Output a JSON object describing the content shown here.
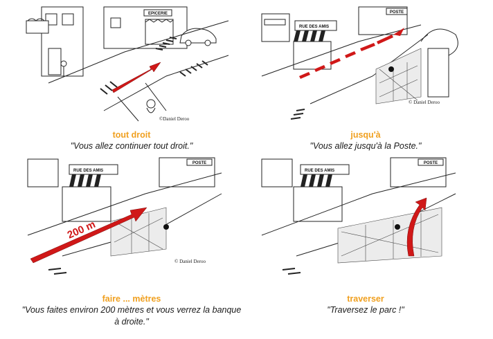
{
  "panels": [
    {
      "term": "tout droit",
      "quote": "\"Vous allez continuer tout droit.\"",
      "sign": "EPICERIE",
      "credit": "©Daniel Deroo"
    },
    {
      "term": "jusqu'à",
      "quote": "\"Vous allez jusqu'à la Poste.\"",
      "sign": "POSTE",
      "sign2": "RUE DES AMIS",
      "credit": "© Daniel Deroo"
    },
    {
      "term": "faire ... mètres",
      "quote": "\"Vous faites environ 200 mètres et vous verrez la banque à droite.\"",
      "sign": "POSTE",
      "sign2": "RUE DES AMIS",
      "distance": "200 m",
      "credit": "© Daniel Deroo"
    },
    {
      "term": "traverser",
      "quote": "\"Traversez le parc !\"",
      "sign": "POSTE",
      "sign2": "RUE DES AMIS",
      "credit": ""
    }
  ],
  "colors": {
    "term": "#f0a020",
    "arrow": "#d01818",
    "ink": "#1a1a1a"
  }
}
